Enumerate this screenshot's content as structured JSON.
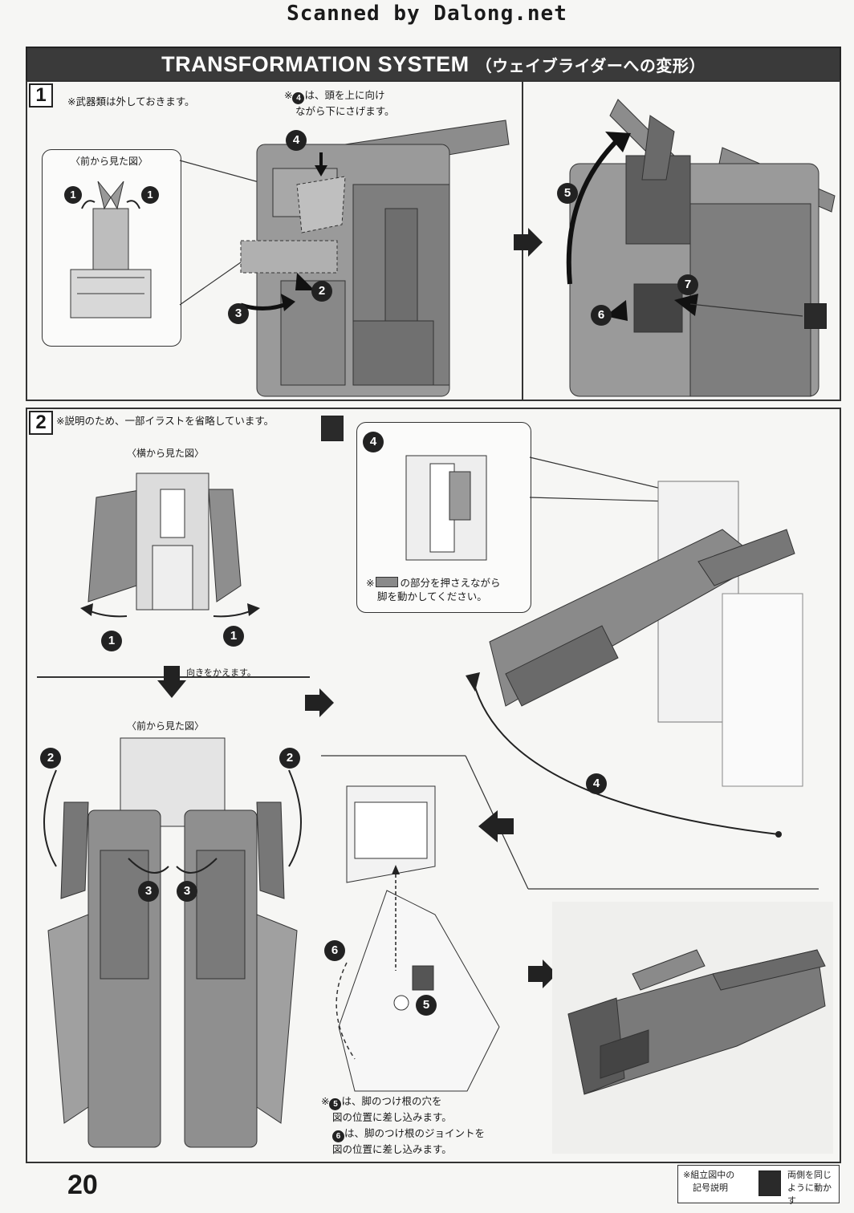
{
  "scanner_credit": "Scanned by Dalong.net",
  "header": {
    "title": "TRANSFORMATION SYSTEM",
    "subtitle": "（ウェイブライダーへの変形）"
  },
  "step1": {
    "number": "1",
    "note_weapons": "※武器類は外しておきます。",
    "note_head_line1": "は、頭を上に向け",
    "note_head_line2": "ながら下にさげます。",
    "note_head_ref": "4",
    "front_view_label": "〈前から見た図〉",
    "callouts": [
      "1",
      "1",
      "2",
      "3",
      "4",
      "5",
      "6",
      "7"
    ]
  },
  "step2": {
    "number": "2",
    "note_omitted": "※説明のため、一部イラストを省略しています。",
    "side_view_label": "〈横から見た図〉",
    "turn_label": "向きをかえます。",
    "front_view_label": "〈前から見た図〉",
    "press_note_line1": "※",
    "press_note_mid": "の部分を押さえながら",
    "press_note_line2": "脚を動かしてください。",
    "leg_note_a_line1": "は、脚のつけ根の穴を",
    "leg_note_a_line2": "図の位置に差し込みます。",
    "leg_note_a_ref": "5",
    "leg_note_b_line1": "は、脚のつけ根のジョイントを",
    "leg_note_b_line2": "図の位置に差し込みます。",
    "leg_note_b_ref": "6",
    "callouts": [
      "1",
      "1",
      "2",
      "2",
      "3",
      "3",
      "4",
      "4",
      "5",
      "6"
    ]
  },
  "footer": {
    "page_number": "20",
    "legend_title_line1": "※組立図中の",
    "legend_title_line2": "記号説明",
    "legend_desc_line1": "両側を同じ",
    "legend_desc_line2": "ように動かす",
    "legend_icon": "symmetric-move-icon"
  }
}
